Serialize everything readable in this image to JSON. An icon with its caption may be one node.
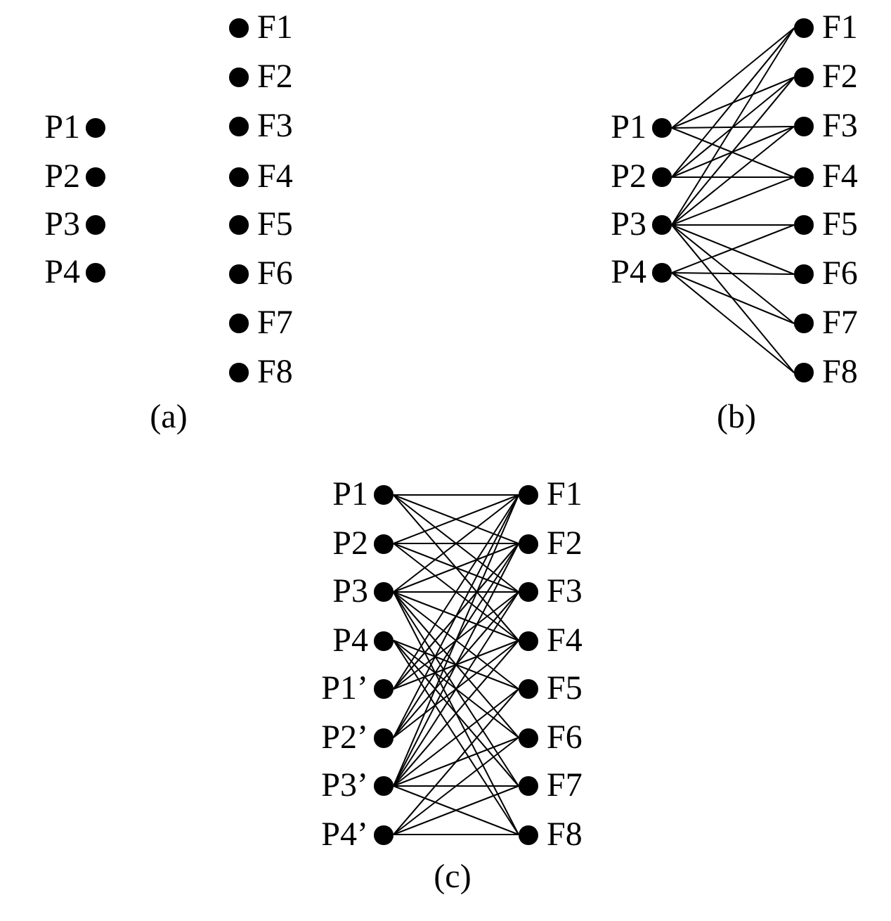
{
  "diagram": {
    "nodes": [
      {
        "text": [
          "P1"
        ]
      },
      {
        "text": [
          "P2"
        ]
      },
      {
        "text": [
          "P3"
        ]
      },
      {
        "text": [
          "P4"
        ]
      },
      {
        "text": [
          "F1"
        ]
      },
      {
        "text": [
          "F2"
        ]
      },
      {
        "text": [
          "F3"
        ]
      },
      {
        "text": [
          "F4"
        ]
      },
      {
        "text": [
          "F5"
        ]
      },
      {
        "text": [
          "F6"
        ]
      },
      {
        "text": [
          "F7"
        ]
      },
      {
        "text": [
          "F8"
        ]
      },
      {
        "text": [
          "P1"
        ]
      },
      {
        "text": [
          "P2"
        ]
      },
      {
        "text": [
          "P3"
        ]
      },
      {
        "text": [
          "P4"
        ]
      },
      {
        "text": [
          "F1"
        ]
      },
      {
        "text": [
          "F2"
        ]
      },
      {
        "text": [
          "F3"
        ]
      },
      {
        "text": [
          "F4"
        ]
      },
      {
        "text": [
          "F5"
        ]
      },
      {
        "text": [
          "F6"
        ]
      },
      {
        "text": [
          "F7"
        ]
      },
      {
        "text": [
          "F8"
        ]
      },
      {
        "text": [
          "P1"
        ]
      },
      {
        "text": [
          "P2"
        ]
      },
      {
        "text": [
          "P3"
        ]
      },
      {
        "text": [
          "P4"
        ]
      },
      {
        "text": [
          "P1’"
        ]
      },
      {
        "text": [
          "P2’"
        ]
      },
      {
        "text": [
          "P3’"
        ]
      },
      {
        "text": [
          "P4’"
        ]
      },
      {
        "text": [
          "F1"
        ]
      },
      {
        "text": [
          "F2"
        ]
      },
      {
        "text": [
          "F3"
        ]
      },
      {
        "text": [
          "F4"
        ]
      },
      {
        "text": [
          "F5"
        ]
      },
      {
        "text": [
          "F6"
        ]
      },
      {
        "text": [
          "F7"
        ]
      },
      {
        "text": [
          "F8"
        ]
      }
    ],
    "edges": [
      {
        "from": 12,
        "to": 16,
        "arrow": "none"
      },
      {
        "from": 12,
        "to": 17,
        "arrow": "none"
      },
      {
        "from": 12,
        "to": 18,
        "arrow": "none"
      },
      {
        "from": 12,
        "to": 19,
        "arrow": "none"
      },
      {
        "from": 13,
        "to": 16,
        "arrow": "none"
      },
      {
        "from": 13,
        "to": 17,
        "arrow": "none"
      },
      {
        "from": 13,
        "to": 18,
        "arrow": "none"
      },
      {
        "from": 13,
        "to": 19,
        "arrow": "none"
      },
      {
        "from": 14,
        "to": 16,
        "arrow": "none"
      },
      {
        "from": 14,
        "to": 17,
        "arrow": "none"
      },
      {
        "from": 14,
        "to": 18,
        "arrow": "none"
      },
      {
        "from": 14,
        "to": 19,
        "arrow": "none"
      },
      {
        "from": 14,
        "to": 20,
        "arrow": "none"
      },
      {
        "from": 14,
        "to": 21,
        "arrow": "none"
      },
      {
        "from": 14,
        "to": 22,
        "arrow": "none"
      },
      {
        "from": 14,
        "to": 23,
        "arrow": "none"
      },
      {
        "from": 15,
        "to": 20,
        "arrow": "none"
      },
      {
        "from": 15,
        "to": 21,
        "arrow": "none"
      },
      {
        "from": 15,
        "to": 22,
        "arrow": "none"
      },
      {
        "from": 15,
        "to": 23,
        "arrow": "none"
      },
      {
        "from": 24,
        "to": 32,
        "arrow": "none"
      },
      {
        "from": 24,
        "to": 33,
        "arrow": "none"
      },
      {
        "from": 24,
        "to": 34,
        "arrow": "none"
      },
      {
        "from": 24,
        "to": 35,
        "arrow": "none"
      },
      {
        "from": 25,
        "to": 32,
        "arrow": "none"
      },
      {
        "from": 25,
        "to": 33,
        "arrow": "none"
      },
      {
        "from": 25,
        "to": 34,
        "arrow": "none"
      },
      {
        "from": 25,
        "to": 35,
        "arrow": "none"
      },
      {
        "from": 26,
        "to": 32,
        "arrow": "none"
      },
      {
        "from": 26,
        "to": 33,
        "arrow": "none"
      },
      {
        "from": 26,
        "to": 34,
        "arrow": "none"
      },
      {
        "from": 26,
        "to": 35,
        "arrow": "none"
      },
      {
        "from": 26,
        "to": 36,
        "arrow": "none"
      },
      {
        "from": 26,
        "to": 37,
        "arrow": "none"
      },
      {
        "from": 26,
        "to": 38,
        "arrow": "none"
      },
      {
        "from": 26,
        "to": 39,
        "arrow": "none"
      },
      {
        "from": 27,
        "to": 36,
        "arrow": "none"
      },
      {
        "from": 27,
        "to": 37,
        "arrow": "none"
      },
      {
        "from": 27,
        "to": 38,
        "arrow": "none"
      },
      {
        "from": 27,
        "to": 39,
        "arrow": "none"
      },
      {
        "from": 28,
        "to": 32,
        "arrow": "none"
      },
      {
        "from": 28,
        "to": 33,
        "arrow": "none"
      },
      {
        "from": 28,
        "to": 34,
        "arrow": "none"
      },
      {
        "from": 28,
        "to": 35,
        "arrow": "none"
      },
      {
        "from": 29,
        "to": 32,
        "arrow": "none"
      },
      {
        "from": 29,
        "to": 33,
        "arrow": "none"
      },
      {
        "from": 29,
        "to": 34,
        "arrow": "none"
      },
      {
        "from": 29,
        "to": 35,
        "arrow": "none"
      },
      {
        "from": 30,
        "to": 32,
        "arrow": "none"
      },
      {
        "from": 30,
        "to": 33,
        "arrow": "none"
      },
      {
        "from": 30,
        "to": 34,
        "arrow": "none"
      },
      {
        "from": 30,
        "to": 35,
        "arrow": "none"
      },
      {
        "from": 30,
        "to": 36,
        "arrow": "none"
      },
      {
        "from": 30,
        "to": 37,
        "arrow": "none"
      },
      {
        "from": 30,
        "to": 38,
        "arrow": "none"
      },
      {
        "from": 30,
        "to": 39,
        "arrow": "none"
      },
      {
        "from": 31,
        "to": 36,
        "arrow": "none"
      },
      {
        "from": 31,
        "to": 37,
        "arrow": "none"
      },
      {
        "from": 31,
        "to": 38,
        "arrow": "none"
      },
      {
        "from": 31,
        "to": 39,
        "arrow": "none"
      }
    ],
    "labels": [
      "(a)",
      "(b)",
      "(c)"
    ]
  }
}
